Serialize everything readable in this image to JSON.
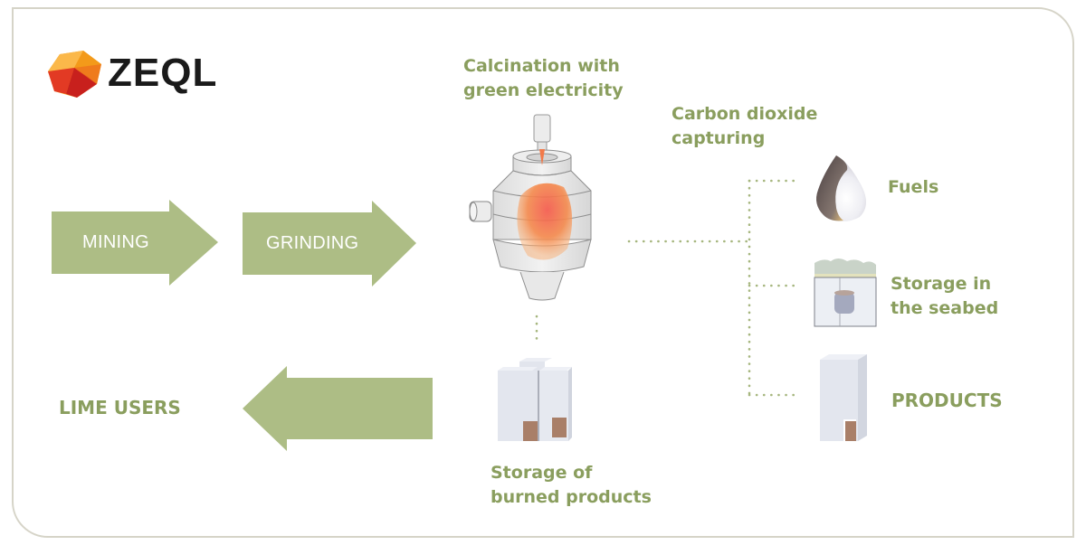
{
  "brand": {
    "name": "ZEQL",
    "logo_icon": "faceted-gem-icon"
  },
  "colors": {
    "label_green": "#8a9e5e",
    "arrow_green": "#adbd85",
    "dotted_line": "#a6b67e",
    "frame_border": "#d6d4c8"
  },
  "process": {
    "arrows": [
      {
        "label": "MINING",
        "direction": "right"
      },
      {
        "label": "GRINDING",
        "direction": "right"
      },
      {
        "label": "",
        "direction": "left"
      }
    ],
    "calcination": {
      "title_line1": "Calcination with",
      "title_line2": "green electricity",
      "icon": "electric-kiln-icon"
    },
    "capture": {
      "title_line1": "Carbon dioxide",
      "title_line2": "capturing"
    },
    "outputs": [
      {
        "label_line1": "Fuels",
        "label_line2": "",
        "icon": "fuel-drop-icon"
      },
      {
        "label_line1": "Storage in",
        "label_line2": "the seabed",
        "icon": "seabed-storage-icon"
      },
      {
        "label_line1": "PRODUCTS",
        "label_line2": "",
        "icon": "product-silo-icon"
      }
    ],
    "storage": {
      "label_line1": "Storage of",
      "label_line2": "burned products",
      "icon": "twin-silo-icon"
    },
    "end_user": {
      "label": "LIME USERS"
    }
  }
}
